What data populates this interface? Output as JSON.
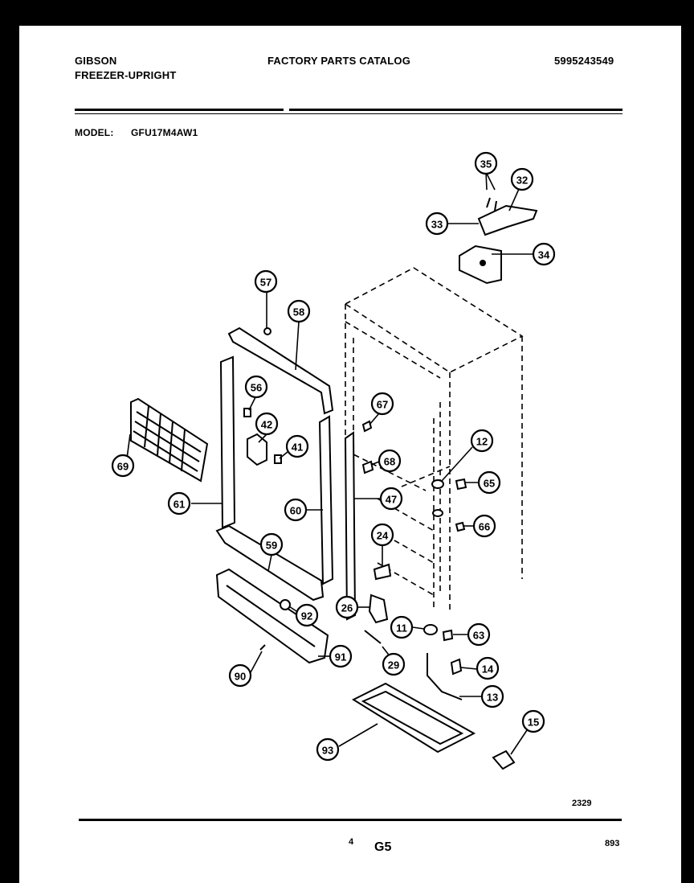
{
  "header": {
    "brand": "GIBSON",
    "product": "FREEZER-UPRIGHT",
    "catalog_title": "FACTORY PARTS CATALOG",
    "catalog_number": "5995243549",
    "model_label": "MODEL:",
    "model_value": "GFU17M4AW1"
  },
  "callouts": [
    "35",
    "32",
    "33",
    "34",
    "57",
    "58",
    "56",
    "42",
    "41",
    "67",
    "12",
    "68",
    "65",
    "47",
    "66",
    "69",
    "61",
    "60",
    "24",
    "59",
    "26",
    "92",
    "11",
    "63",
    "91",
    "29",
    "14",
    "90",
    "13",
    "15",
    "93"
  ],
  "footer": {
    "drawing_number": "2329",
    "page_number": "4",
    "section_code": "G5",
    "date_code": "893"
  }
}
